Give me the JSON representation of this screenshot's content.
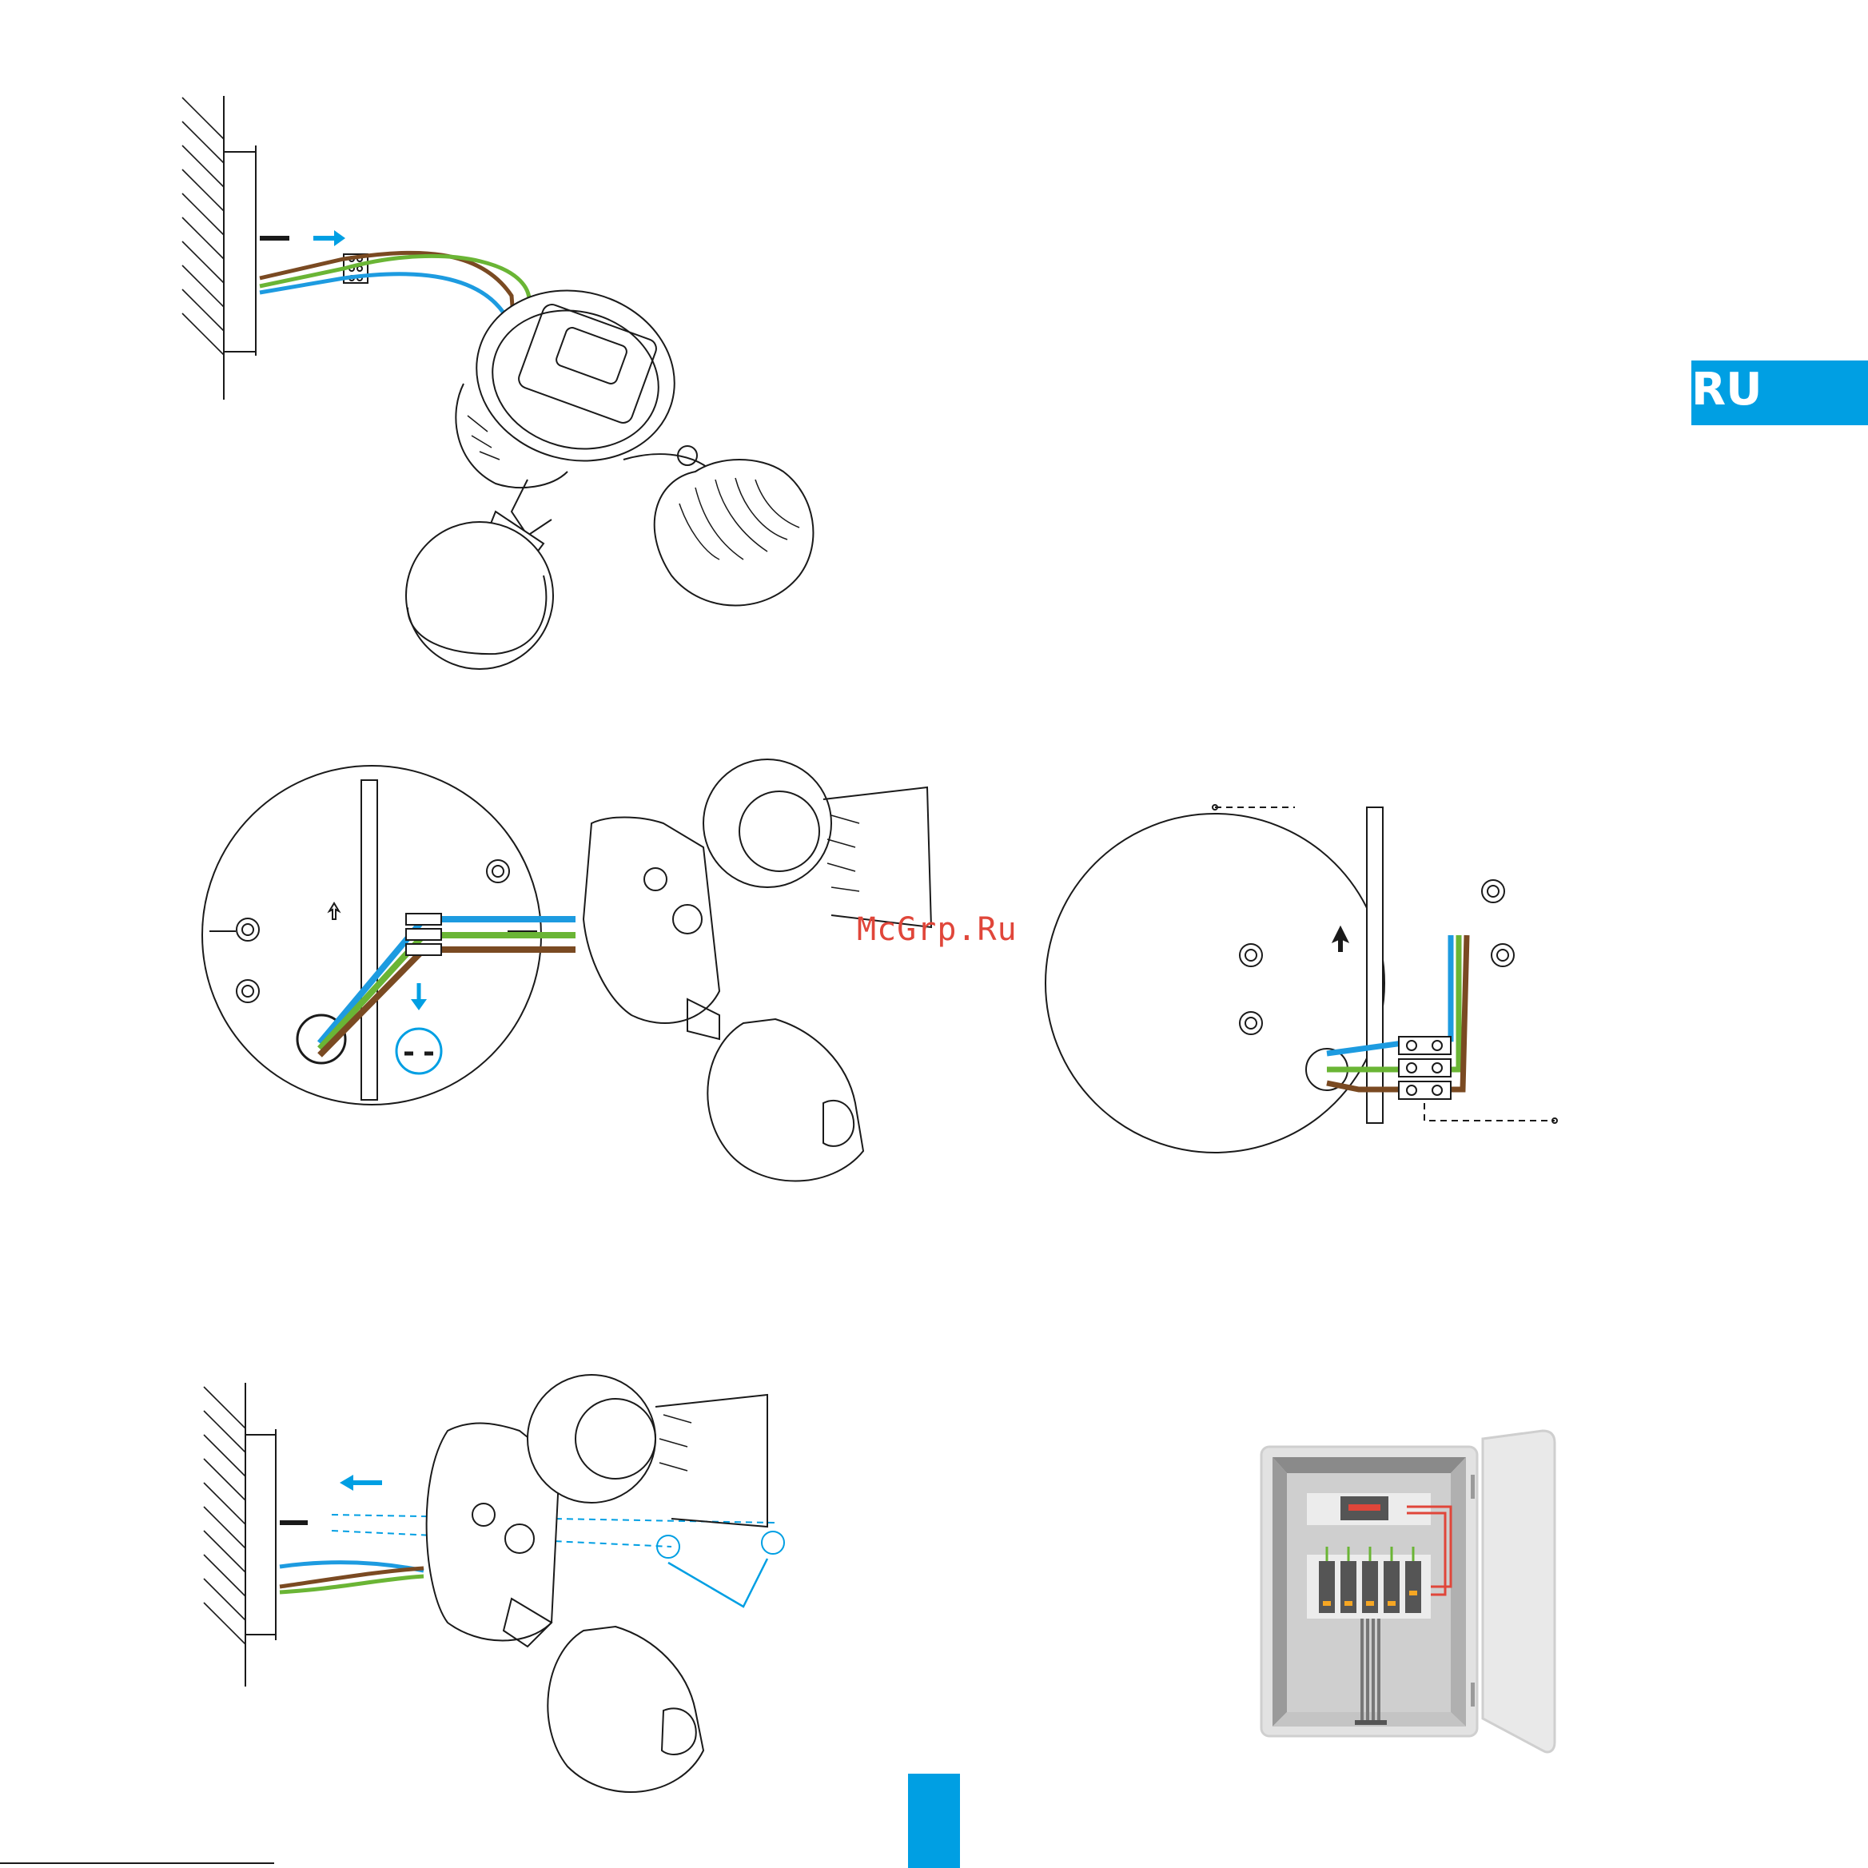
{
  "language_tab": {
    "label": "RU"
  },
  "watermark": {
    "text": "McGrp.Ru"
  },
  "colors": {
    "accent": "#009fe3",
    "wire_blue": "#1d9be0",
    "wire_green": "#6ab535",
    "wire_brown": "#7a4a22",
    "panel_red": "#e0463a"
  },
  "figures": [
    {
      "name": "step-pull-wires-from-wall-box"
    },
    {
      "name": "step-connect-wires-in-mounting-plate"
    },
    {
      "name": "wiring-detail-terminal-block"
    },
    {
      "name": "step-attach-light-to-wall"
    },
    {
      "name": "step-switch-on-breaker-panel"
    }
  ]
}
